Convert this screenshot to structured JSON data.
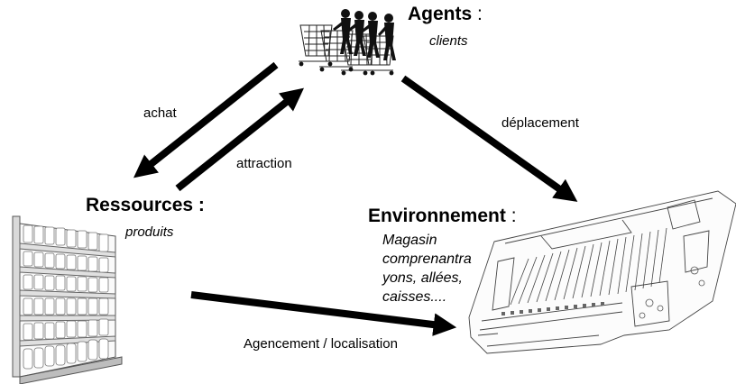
{
  "nodes": {
    "agents": {
      "title": "Agents",
      "suffix": " :",
      "subtitle": "clients",
      "picture": "shopping-carts-with-people"
    },
    "ressources": {
      "title": "Ressources",
      "suffix": " :",
      "subtitle": "produits",
      "picture": "store-shelf-with-products"
    },
    "environnement": {
      "title": "Environnement",
      "suffix": " :",
      "description": "Magasin comprenantra yons, allées, caisses....",
      "picture": "store-floor-plan"
    }
  },
  "edges": {
    "achat": "achat",
    "attraction": "attraction",
    "deplacement": "déplacement",
    "agencement": "Agencement / localisation"
  },
  "colors": {
    "arrow": "#000000",
    "background": "#ffffff"
  }
}
